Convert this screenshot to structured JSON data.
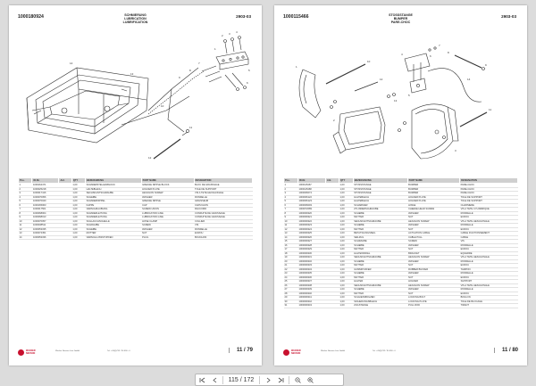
{
  "left_page": {
    "part_id": "1000180924",
    "titles": [
      "SCHMIERUNG",
      "LUBRICATION",
      "LUBRIFICATION"
    ],
    "code": "2903-03",
    "page_label": "11 / 79",
    "company": [
      "WACKER",
      "NEUSON"
    ],
    "footer_line1": "Wacker Neuson Linz GmbH",
    "footer_line2": "Tel. +43(0)732 / 90 590 - 0",
    "table": {
      "headers": [
        "Pos.",
        "ID-Nr.",
        "Anl.",
        "QTY",
        "BEZEICHNUNG",
        "PART NAME",
        "DESIGNATION"
      ],
      "rows": [
        [
          "1",
          "1000164471",
          "",
          "1,00",
          "SCHMIERSTELLENBLOCK",
          "GREASE NIPPLE BLOCK",
          "BLOC DE GRAISSAGE"
        ],
        [
          "2",
          "1000025218",
          "",
          "1,00",
          "HALTEBLECH",
          "HOLDER PLATE",
          "TOLE DE SUPPORT"
        ],
        [
          "3",
          "1000017416",
          "",
          "1,00",
          "SECHSKANTSCHRAUBE",
          "HEXAGON SCREW",
          "VIS A TETE HEXAGONALE"
        ],
        [
          "4",
          "1000070056",
          "",
          "1,00",
          "SCHEIBE",
          "WASHER",
          "RONDELLE"
        ],
        [
          "5",
          "1000070040",
          "",
          "1,00",
          "SCHMIERNIPPEL",
          "GREASE NIPPLE",
          "GRAISSEUR"
        ],
        [
          "6",
          "1000165063",
          "",
          "1,00",
          "KAPPE",
          "CAP",
          "CAPUCHON"
        ],
        [
          "7",
          "1000017501",
          "",
          "1,00",
          "VERSCHRAUBUNG",
          "SCREW UNION",
          "RACCORD"
        ],
        [
          "8",
          "1000068004",
          "",
          "1,00",
          "SCHMIERLEITUNG",
          "LUBRICATION LINE",
          "CONDUITE DE GRAISSAGE"
        ],
        [
          "9",
          "1000068013",
          "",
          "1,00",
          "SCHMIERLEITUNG",
          "LUBRICATION LINE",
          "CONDUITE DE GRAISSAGE"
        ],
        [
          "10",
          "1000070057",
          "",
          "1,00",
          "SCHLAUCHSCHELLE",
          "HOSE CLAMP",
          "COLLIER"
        ],
        [
          "11",
          "1000038511",
          "",
          "1,00",
          "SCHRAUBE",
          "SCREW",
          "VIS"
        ],
        [
          "12",
          "1000053335",
          "",
          "1,00",
          "SCHEIBE",
          "WASHER",
          "RONDELLE"
        ],
        [
          "13",
          "1000074451",
          "",
          "1,00",
          "MUTTER",
          "NUT",
          "ECROU"
        ],
        [
          "14",
          "1000053336",
          "",
          "1,00",
          "VERSCHLUSSSTOPFEN",
          "PLUG",
          "BOUCHON"
        ]
      ]
    }
  },
  "right_page": {
    "part_id": "1000115466",
    "titles": [
      "STOSSSTANGE",
      "BUMPER",
      "PARE-CHOC"
    ],
    "code": "2903-03",
    "page_label": "11 / 80",
    "company": [
      "WACKER",
      "NEUSON"
    ],
    "footer_line1": "Wacker Neuson Linz GmbH",
    "footer_line2": "Tel. +43(0)732 / 90 590 - 0",
    "table": {
      "headers": [
        "Pos.",
        "ID-Nr.",
        "Anl.",
        "QTY",
        "BEZEICHNUNG",
        "PART NAME",
        "DESIGNATION"
      ],
      "rows": [
        [
          "1",
          "1000115467",
          "",
          "1,00",
          "STOSSSTANGE",
          "BUMPER",
          "PARE-CHOC"
        ],
        [
          "2",
          "1000115468",
          "",
          "1,00",
          "STOSSSTANGE",
          "BUMPER",
          "PARE-CHOC"
        ],
        [
          "3",
          "1000006074",
          "",
          "1,00",
          "STOSSSTANGE",
          "BUMPER",
          "PARE-CHOC"
        ],
        [
          "4",
          "1000006122",
          "",
          "1,00",
          "HALTEBLECH",
          "HOLDER PLATE",
          "TOLE DE SUPPORT"
        ],
        [
          "5",
          "1000006123",
          "",
          "1,00",
          "HALTEBLECH",
          "HOLDER PLATE",
          "TOLE DE SUPPORT"
        ],
        [
          "6",
          "1000006093",
          "",
          "1,00",
          "SCHARNIER",
          "HINGE",
          "CHARNIERE"
        ],
        [
          "7",
          "1000072089",
          "",
          "1,00",
          "ZYLINDERSCHRAUBE",
          "CHEESE HEAD SCREW",
          "VIS A TETE CYLINDRIQUE"
        ],
        [
          "8",
          "1000009320",
          "",
          "1,00",
          "SCHEIBE",
          "WASHER",
          "RONDELLE"
        ],
        [
          "9",
          "1000009321",
          "",
          "1,00",
          "MUTTER",
          "NUT",
          "ECROU"
        ],
        [
          "10",
          "1000009322",
          "",
          "1,00",
          "SECHSKANTSCHRAUBE",
          "HEXAGON SCREW",
          "VIS A TETE HEXAGONALE"
        ],
        [
          "11",
          "1000009323",
          "",
          "1,00",
          "SCHEIBE",
          "WASHER",
          "RONDELLE"
        ],
        [
          "12",
          "1000009324",
          "",
          "1,00",
          "MUTTER",
          "NUT",
          "ECROU"
        ],
        [
          "13",
          "1000009325",
          "",
          "1,00",
          "BETÄTIGUNGSSEIL",
          "ACTUATION CABLE",
          "CABLE D'ACTIONNEMENT"
        ],
        [
          "14",
          "1000009326",
          "",
          "1,00",
          "SEILZUG",
          "CABLE PULL",
          "CABLE"
        ],
        [
          "15",
          "1000009327",
          "",
          "1,00",
          "SCHRAUBE",
          "SCREW",
          "VIS"
        ],
        [
          "16",
          "1000009328",
          "",
          "1,00",
          "SCHEIBE",
          "WASHER",
          "RONDELLE"
        ],
        [
          "17",
          "1000009329",
          "",
          "1,00",
          "MUTTER",
          "NUT",
          "ECROU"
        ],
        [
          "18",
          "1000009330",
          "",
          "1,00",
          "HALTEWINKEL",
          "BRACKET",
          "EQUERRE"
        ],
        [
          "19",
          "1000009331",
          "",
          "1,00",
          "SECHSKANTSCHRAUBE",
          "HEXAGON SCREW",
          "VIS A TETE HEXAGONALE"
        ],
        [
          "20",
          "1000009332",
          "",
          "1,00",
          "SCHEIBE",
          "WASHER",
          "RONDELLE"
        ],
        [
          "21",
          "1000009333",
          "",
          "1,00",
          "MUTTER",
          "NUT",
          "ECROU"
        ],
        [
          "22",
          "1000009334",
          "",
          "1,00",
          "GUMMIPUFFER",
          "RUBBER BUFFER",
          "TAMPON"
        ],
        [
          "23",
          "1000009335",
          "",
          "1,00",
          "SCHEIBE",
          "WASHER",
          "RONDELLE"
        ],
        [
          "24",
          "1000009336",
          "",
          "1,00",
          "MUTTER",
          "NUT",
          "ECROU"
        ],
        [
          "25",
          "1000009337",
          "",
          "1,00",
          "HALTER",
          "HOLDER",
          "SUPPORT"
        ],
        [
          "26",
          "1000009338",
          "",
          "1,00",
          "SECHSKANTSCHRAUBE",
          "HEXAGON SCREW",
          "VIS A TETE HEXAGONALE"
        ],
        [
          "27",
          "1000009339",
          "",
          "1,00",
          "SCHEIBE",
          "WASHER",
          "RONDELLE"
        ],
        [
          "28",
          "1000009340",
          "",
          "1,00",
          "MUTTER",
          "NUT",
          "ECROU"
        ],
        [
          "29",
          "1000009341",
          "",
          "1,00",
          "SCHLIESSBOLZEN",
          "LOCKING BOLT",
          "BOULON"
        ],
        [
          "30",
          "1000009342",
          "",
          "1,00",
          "SICHERUNGSBLECH",
          "LOCKING PLATE",
          "TOLE DE BLOCAGE"
        ],
        [
          "31",
          "1000009343",
          "",
          "1,00",
          "ZUGSTANGE",
          "PULL ROD",
          "TIRANT"
        ]
      ]
    }
  },
  "viewer": {
    "current_page": "115 / 172"
  }
}
